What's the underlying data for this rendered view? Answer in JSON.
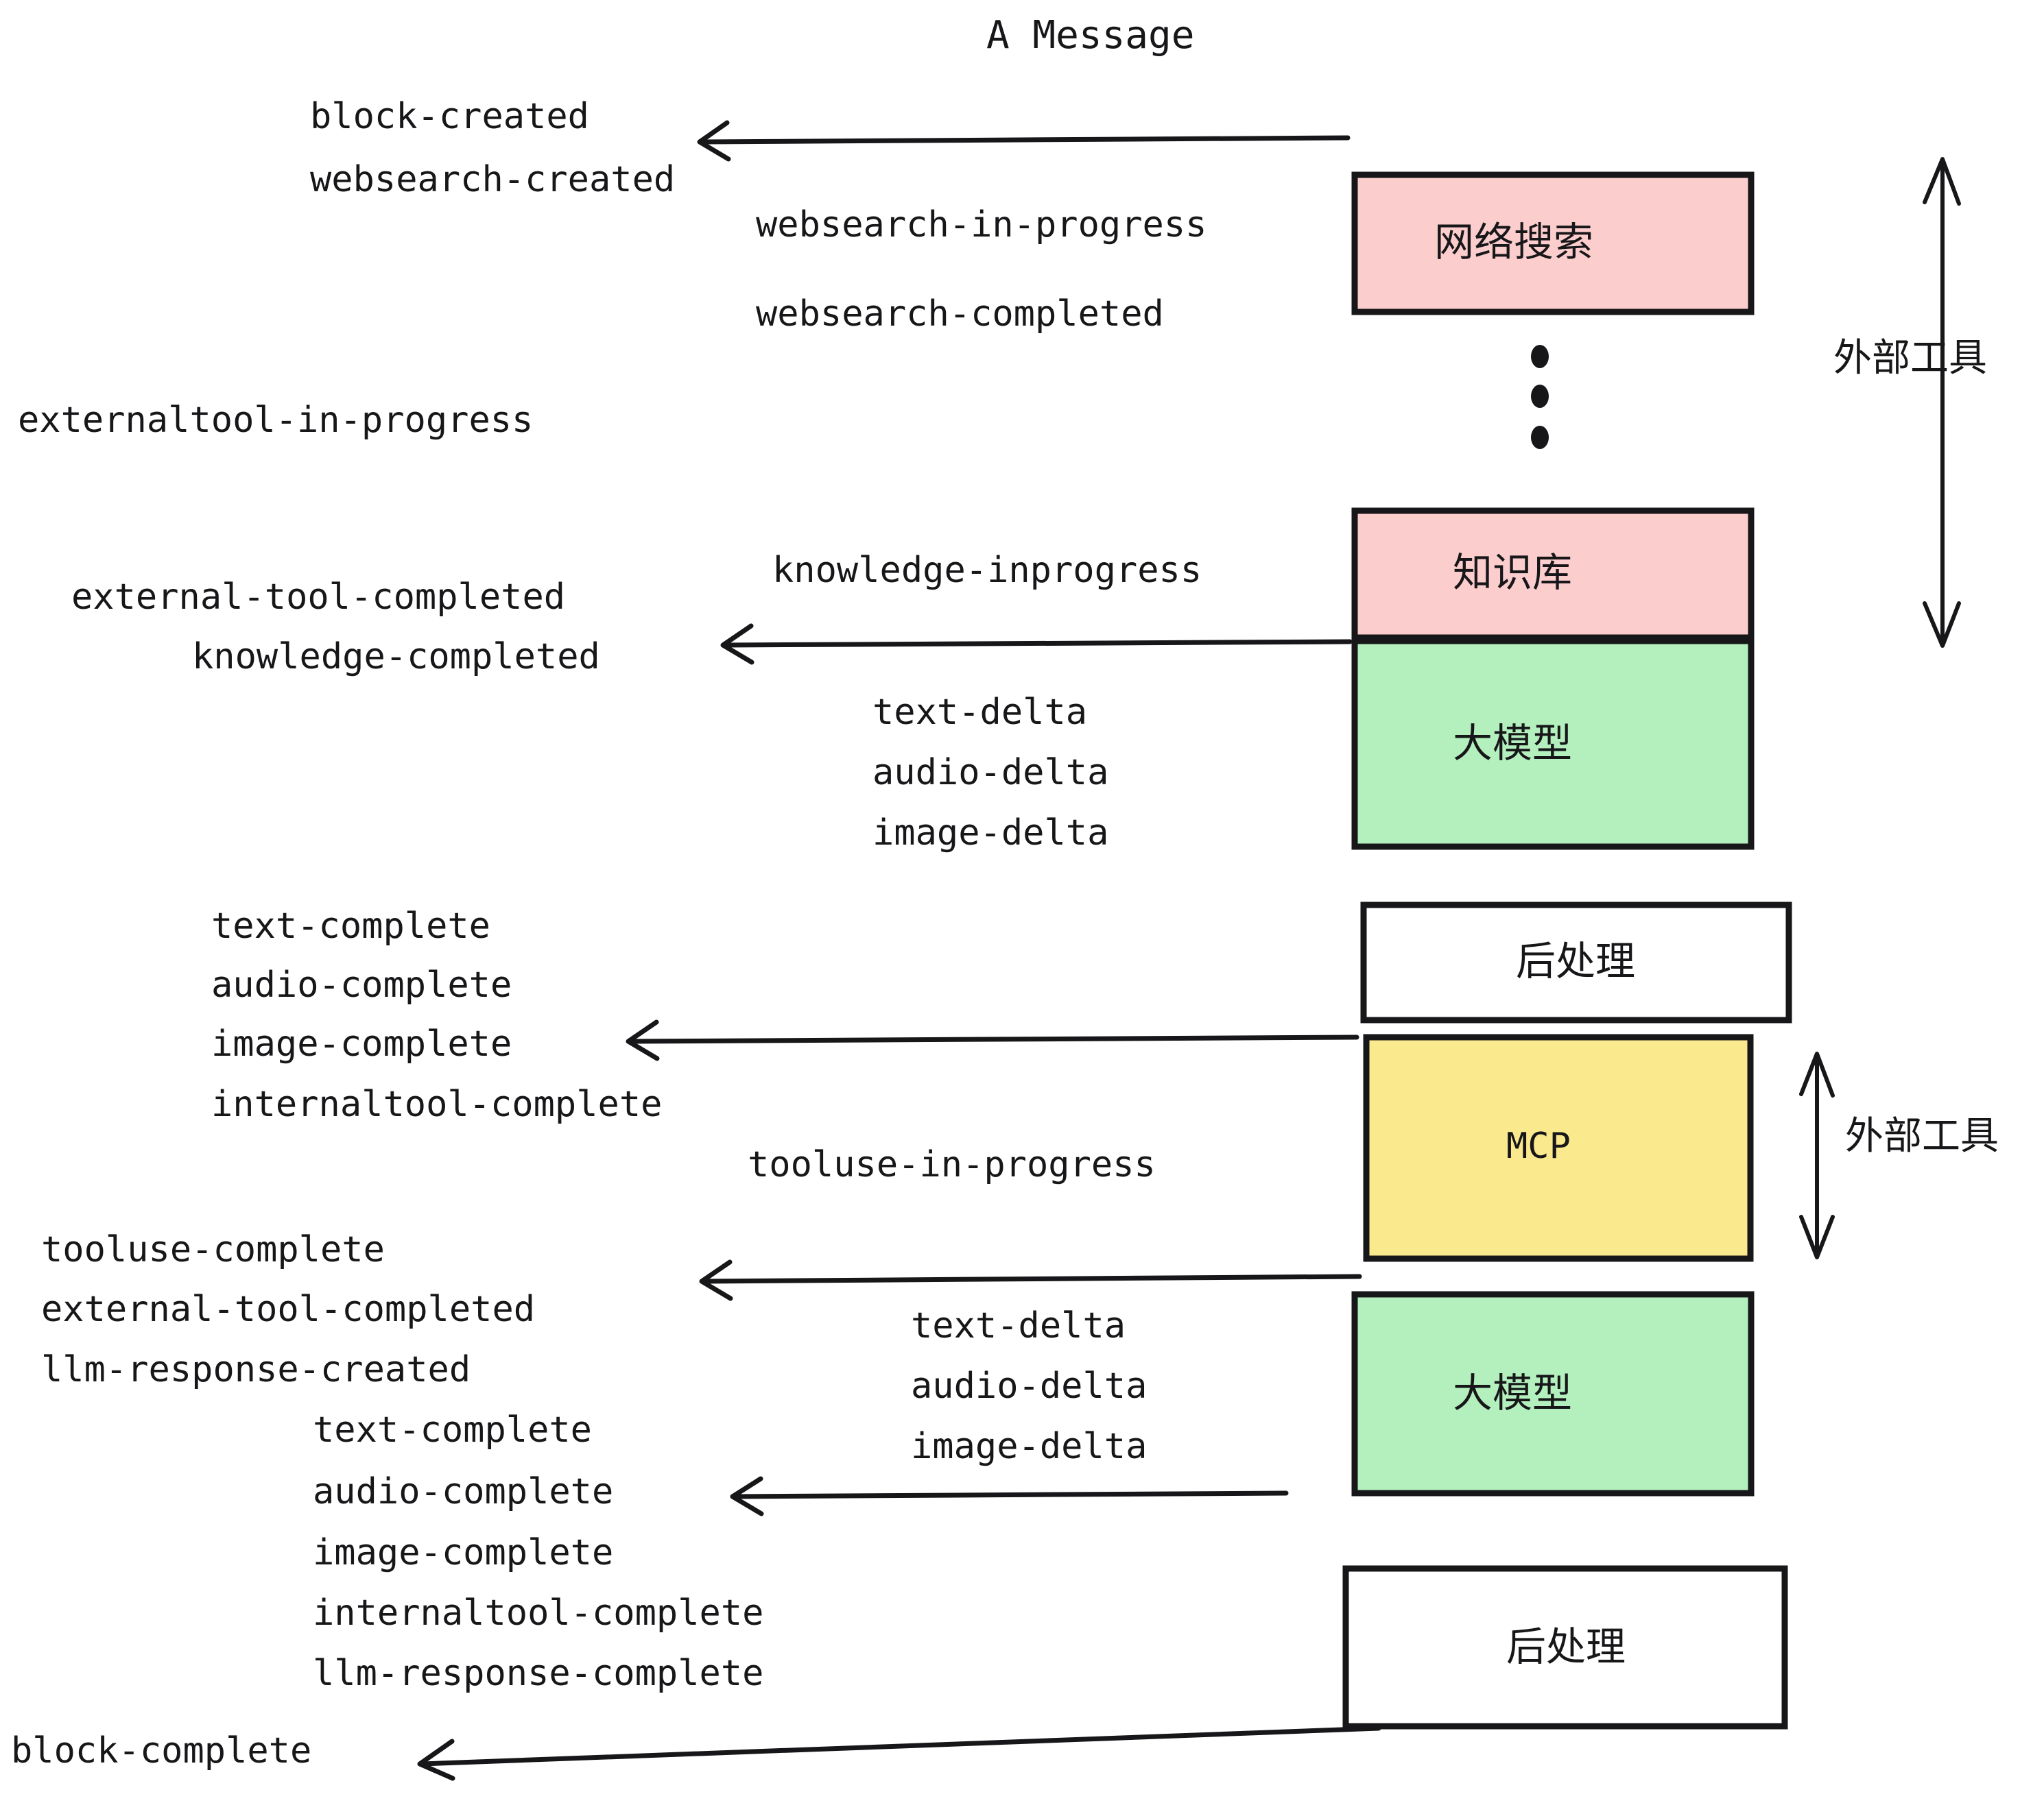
{
  "title": "A Message",
  "colors": {
    "pink": "#FCCDCD",
    "green": "#B4F0BE",
    "yellow": "#FBE98E",
    "white": "#FFFFFF",
    "stroke": "#17171A",
    "background": "#FFFFFF"
  },
  "boxes": [
    {
      "id": "websearch",
      "label": "网络搜索",
      "fill": "#FCCDCD",
      "mono": false
    },
    {
      "id": "knowledge",
      "label": "知识库",
      "fill": "#FCCDCD",
      "mono": false
    },
    {
      "id": "llm-top",
      "label": "大模型",
      "fill": "#B4F0BE",
      "mono": false
    },
    {
      "id": "postprocess-top",
      "label": "后处理",
      "fill": "#FFFFFF",
      "mono": false
    },
    {
      "id": "mcp",
      "label": "MCP",
      "fill": "#FBE98E",
      "mono": true
    },
    {
      "id": "llm-bottom",
      "label": "大模型",
      "fill": "#B4F0BE",
      "mono": false
    },
    {
      "id": "postprocess-bottom",
      "label": "后处理",
      "fill": "#FFFFFF",
      "mono": false
    }
  ],
  "side_labels": {
    "external_tool_top": "外部工具",
    "external_tool_bottom": "外部工具"
  },
  "ellipsis_dots": 3,
  "events": [
    {
      "id": "e01",
      "text": "block-created"
    },
    {
      "id": "e02",
      "text": "websearch-created"
    },
    {
      "id": "e03",
      "text": "websearch-in-progress"
    },
    {
      "id": "e04",
      "text": "websearch-completed"
    },
    {
      "id": "e05",
      "text": "externaltool-in-progress"
    },
    {
      "id": "e06",
      "text": "knowledge-inprogress"
    },
    {
      "id": "e07",
      "text": "external-tool-completed"
    },
    {
      "id": "e08",
      "text": "knowledge-completed"
    },
    {
      "id": "e09",
      "text": "text-delta"
    },
    {
      "id": "e10",
      "text": "audio-delta"
    },
    {
      "id": "e11",
      "text": "image-delta"
    },
    {
      "id": "e12",
      "text": "text-complete"
    },
    {
      "id": "e13",
      "text": "audio-complete"
    },
    {
      "id": "e14",
      "text": "image-complete"
    },
    {
      "id": "e15",
      "text": "internaltool-complete"
    },
    {
      "id": "e16",
      "text": "tooluse-in-progress"
    },
    {
      "id": "e17",
      "text": "tooluse-complete"
    },
    {
      "id": "e18",
      "text": "external-tool-completed"
    },
    {
      "id": "e19",
      "text": "llm-response-created"
    },
    {
      "id": "e20",
      "text": "text-complete"
    },
    {
      "id": "e21",
      "text": "audio-complete"
    },
    {
      "id": "e22",
      "text": "image-complete"
    },
    {
      "id": "e23",
      "text": "internaltool-complete"
    },
    {
      "id": "e24",
      "text": "llm-response-complete"
    },
    {
      "id": "e25",
      "text": "block-complete"
    }
  ]
}
